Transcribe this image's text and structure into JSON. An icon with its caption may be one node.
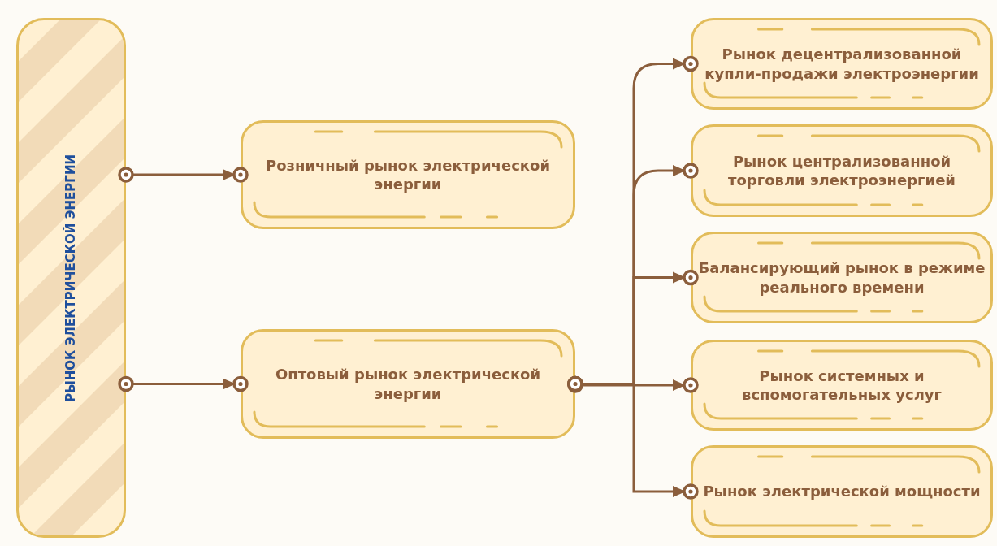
{
  "diagram": {
    "nodes": [
      {
        "text": [
          "РЫНОК ЭЛЕКТРИЧЕСКОЙ ЭНЕРГИИ"
        ]
      },
      {
        "text": [
          "Розничный рынок электрической энергии"
        ]
      },
      {
        "text": [
          "Оптовый рынок электрической энергии"
        ]
      },
      {
        "text": [
          "Рынок децентрализованной купли-продажи электроэнергии"
        ]
      },
      {
        "text": [
          "Рынок централизованной торговли электроэнергией"
        ]
      },
      {
        "text": [
          "Балансирующий рынок в режиме реального времени"
        ]
      },
      {
        "text": [
          "Рынок системных и вспомогательных услуг"
        ]
      },
      {
        "text": [
          "Рынок электрической мощности"
        ]
      }
    ],
    "edges": [
      {
        "from": 0,
        "to": 1,
        "arrow": "to"
      },
      {
        "from": 0,
        "to": 2,
        "arrow": "to"
      },
      {
        "from": 2,
        "to": 3,
        "arrow": "to"
      },
      {
        "from": 2,
        "to": 4,
        "arrow": "to"
      },
      {
        "from": 2,
        "to": 5,
        "arrow": "to"
      },
      {
        "from": 2,
        "to": 6,
        "arrow": "to"
      },
      {
        "from": 2,
        "to": 7,
        "arrow": "to"
      }
    ]
  }
}
